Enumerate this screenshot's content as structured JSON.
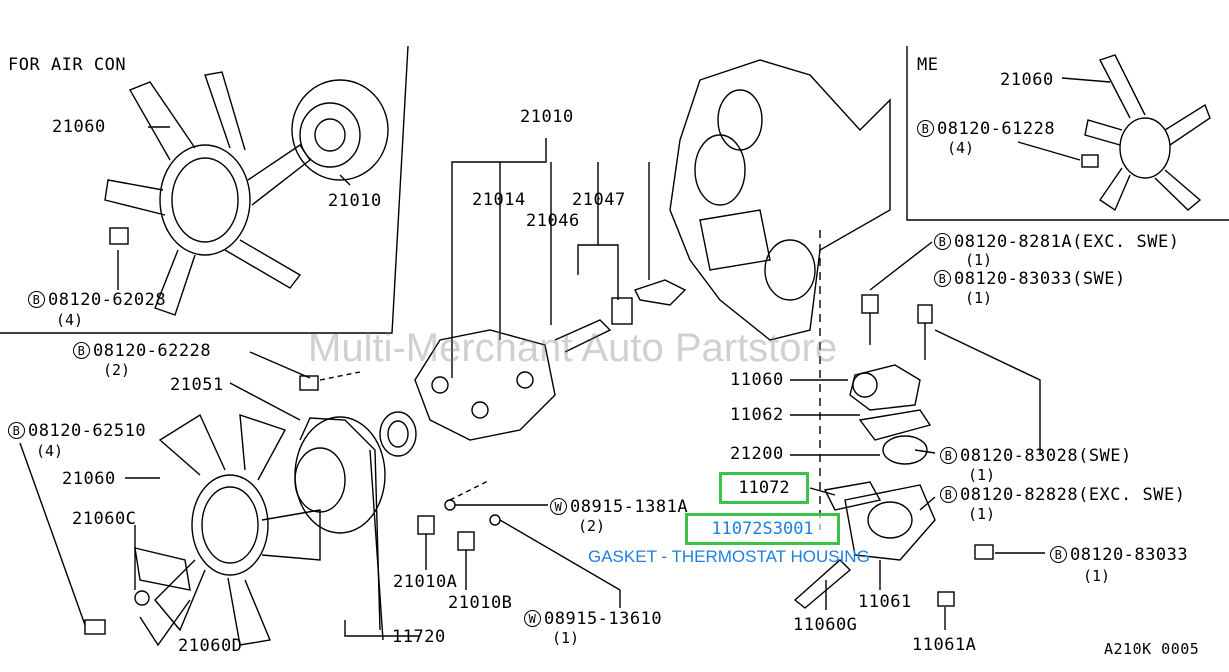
{
  "watermark": "Multi-Merchant Auto Partstore",
  "code": "A210K 0005",
  "insets": {
    "left": "FOR AIR CON",
    "right": "ME"
  },
  "labels": {
    "l21060a": "21060",
    "l21010a": "21010",
    "l21010": "21010",
    "l21014": "21014",
    "l21047": "21047",
    "l21046": "21046",
    "l21060me": "21060",
    "l21051": "21051",
    "l21060b": "21060",
    "l21060c": "21060C",
    "l21060d": "21060D",
    "l21010ab": "21010A",
    "l21010b": "21010B",
    "l11720": "11720",
    "l11060": "11060",
    "l11062": "11062",
    "l21200": "21200",
    "l11061": "11061",
    "l11060g": "11060G",
    "l11061a": "11061A"
  },
  "bolts": {
    "b1": {
      "code": "B",
      "pn": "08120-62028",
      "qty": "(4)"
    },
    "b2": {
      "code": "B",
      "pn": "08120-61228",
      "qty": "(4)"
    },
    "b3": {
      "code": "B",
      "pn": "08120-62228",
      "qty": "(2)"
    },
    "b4": {
      "code": "B",
      "pn": "08120-62510",
      "qty": "(4)"
    },
    "b5": {
      "code": "B",
      "pn": "08120-8281A(EXC. SWE)",
      "qty": "(1)"
    },
    "b6": {
      "code": "B",
      "pn": "08120-83033(SWE)",
      "qty": "(1)"
    },
    "b7": {
      "code": "B",
      "pn": "08120-83028(SWE)",
      "qty": "(1)"
    },
    "b8": {
      "code": "B",
      "pn": "08120-82828(EXC. SWE)",
      "qty": "(1)"
    },
    "b9": {
      "code": "B",
      "pn": "08120-83033",
      "qty": "(1)"
    },
    "w1": {
      "code": "W",
      "pn": "08915-1381A",
      "qty": "(2)"
    },
    "w2": {
      "code": "W",
      "pn": "08915-13610",
      "qty": "(1)"
    }
  },
  "highlight": {
    "part": "11072",
    "part_number": "11072S3001",
    "description": "GASKET - THERMOSTAT HOUSING"
  },
  "colors": {
    "highlight_border": "#3cc24a",
    "description_text": "#1f7fe0"
  }
}
